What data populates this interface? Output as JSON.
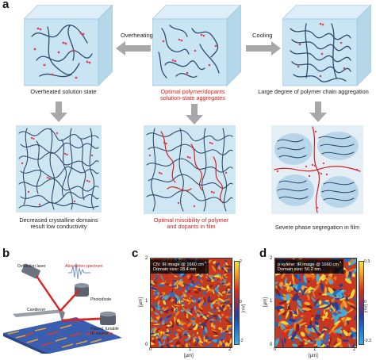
{
  "panels": {
    "a": "a",
    "b": "b",
    "c": "c",
    "d": "d"
  },
  "panel_a": {
    "arrow_left_label": "Overheating",
    "arrow_right_label": "Cooling",
    "top_left_caption": "Overheated solution state",
    "top_center_caption": [
      "Optimal polymer/dopants",
      "solution-state aggregates"
    ],
    "top_right_caption": "Large degree of polymer chain aggregation",
    "bottom_left_caption": [
      "Decreased crystalline domains",
      "result low conductivity"
    ],
    "bottom_center_caption": [
      "Optimal miscibility of polymer",
      "and dopants in film"
    ],
    "bottom_right_caption": "Severe phase segregation in film"
  },
  "panel_b": {
    "deflection_laser": "Deflection laser",
    "absorption_spectrum": "Absorption spectrum",
    "photodiode": "Photodiode",
    "cantilever": "Cantilever",
    "ir_source": [
      "Pulsed, tunable",
      "IR source"
    ]
  },
  "panel_c": {
    "overlay_line1": "CN: IR image @ 1660 cm",
    "overlay_sup": "-1",
    "overlay_line2": "Domain size: 28.4 nm",
    "x_ticks": [
      "0",
      "1",
      "2"
    ],
    "y_ticks": [
      "0",
      "1",
      "2"
    ],
    "x_label": "[μm]",
    "y_label": "[μm]",
    "colorbar_ticks": [
      "2",
      "0",
      "-2"
    ],
    "colorbar_label": "[mV]"
  },
  "panel_d": {
    "overlay_line1": "p-xylene: IR image @ 1660 cm",
    "overlay_sup": "-1",
    "overlay_line2": "Domain size: 50.2 nm",
    "x_ticks": [
      "0",
      "1",
      "2"
    ],
    "y_ticks": [
      "0",
      "1",
      "2"
    ],
    "x_label": "[μm]",
    "y_label": "[μm]",
    "colorbar_ticks": [
      "0.3",
      "0",
      "-0.3"
    ],
    "colorbar_label": "[mV]"
  },
  "colors": {
    "polymer_chain": "#2f4d6e",
    "dopant": "#e0405a",
    "highlight_chain": "#d62020",
    "box_fill": "#c9e4f2",
    "arrow_gray": "#a8a8a8"
  }
}
